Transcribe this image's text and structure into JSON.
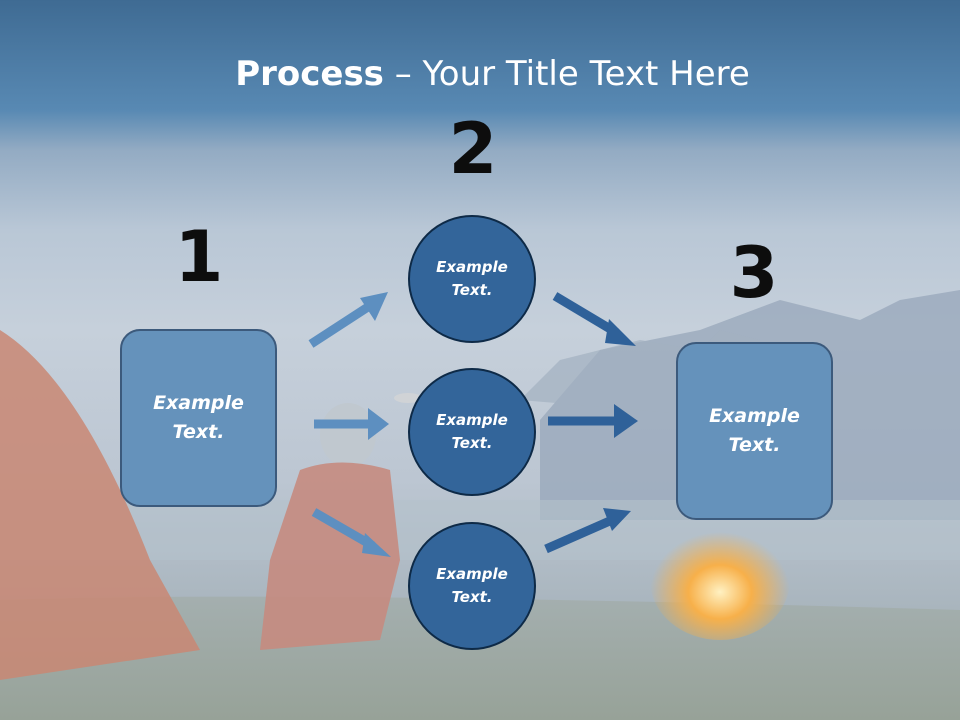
{
  "title": {
    "bold": "Process",
    "rest": " – Your Title Text Here"
  },
  "steps": [
    {
      "number": "1",
      "text_line1": "Example",
      "text_line2": "Text."
    },
    {
      "number": "2",
      "text_line1": "Example",
      "text_line2": "Text."
    },
    {
      "number": "3",
      "text_line1": "Example",
      "text_line2": "Text."
    }
  ],
  "circles": [
    {
      "text_line1": "Example",
      "text_line2": "Text."
    },
    {
      "text_line1": "Example",
      "text_line2": "Text."
    },
    {
      "text_line1": "Example",
      "text_line2": "Text."
    }
  ],
  "colors": {
    "box": "#6592bb",
    "circle": "#33659a",
    "arrow_light": "#5d8fc0",
    "arrow_dark": "#2f6199",
    "title_band": "#4a7aa5"
  }
}
